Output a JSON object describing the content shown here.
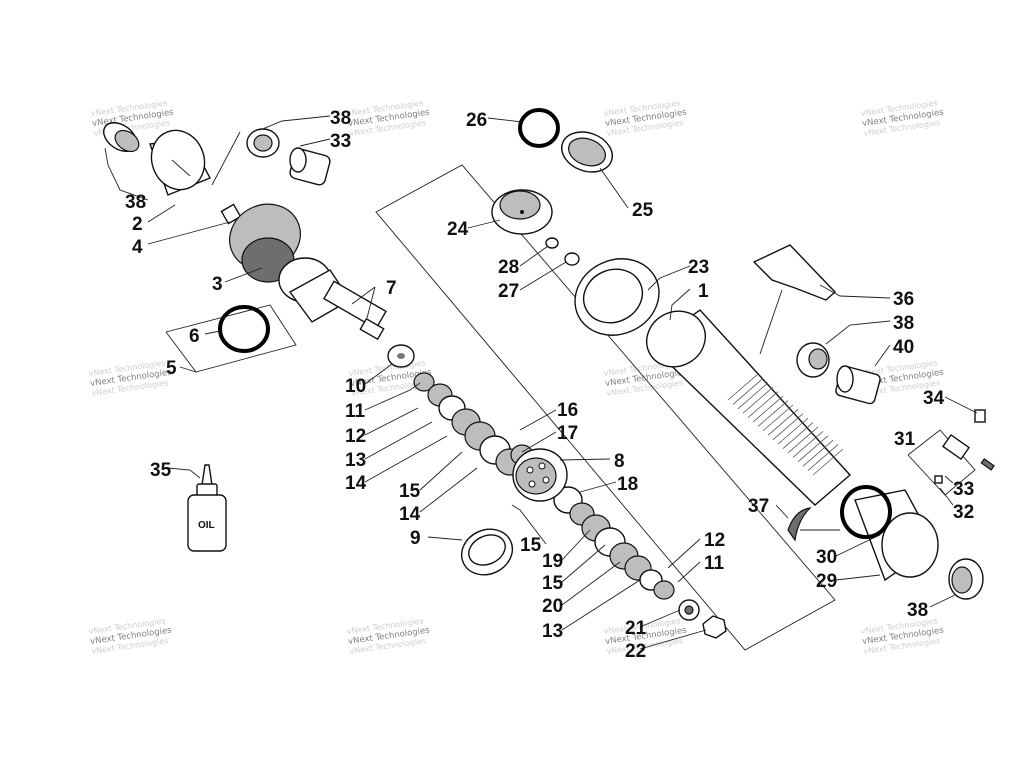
{
  "diagram": {
    "watermark": "vNext Technologies",
    "bottle_label": "OIL",
    "callouts": [
      "38",
      "33",
      "38",
      "2",
      "4",
      "3",
      "7",
      "6",
      "5",
      "26",
      "25",
      "24",
      "28",
      "27",
      "23",
      "1",
      "36",
      "38",
      "40",
      "34",
      "31",
      "33",
      "32",
      "10",
      "11",
      "12",
      "13",
      "14",
      "15",
      "14",
      "16",
      "17",
      "8",
      "18",
      "9",
      "15",
      "19",
      "15",
      "20",
      "13",
      "12",
      "11",
      "21",
      "22",
      "35",
      "37",
      "30",
      "29",
      "38"
    ]
  }
}
